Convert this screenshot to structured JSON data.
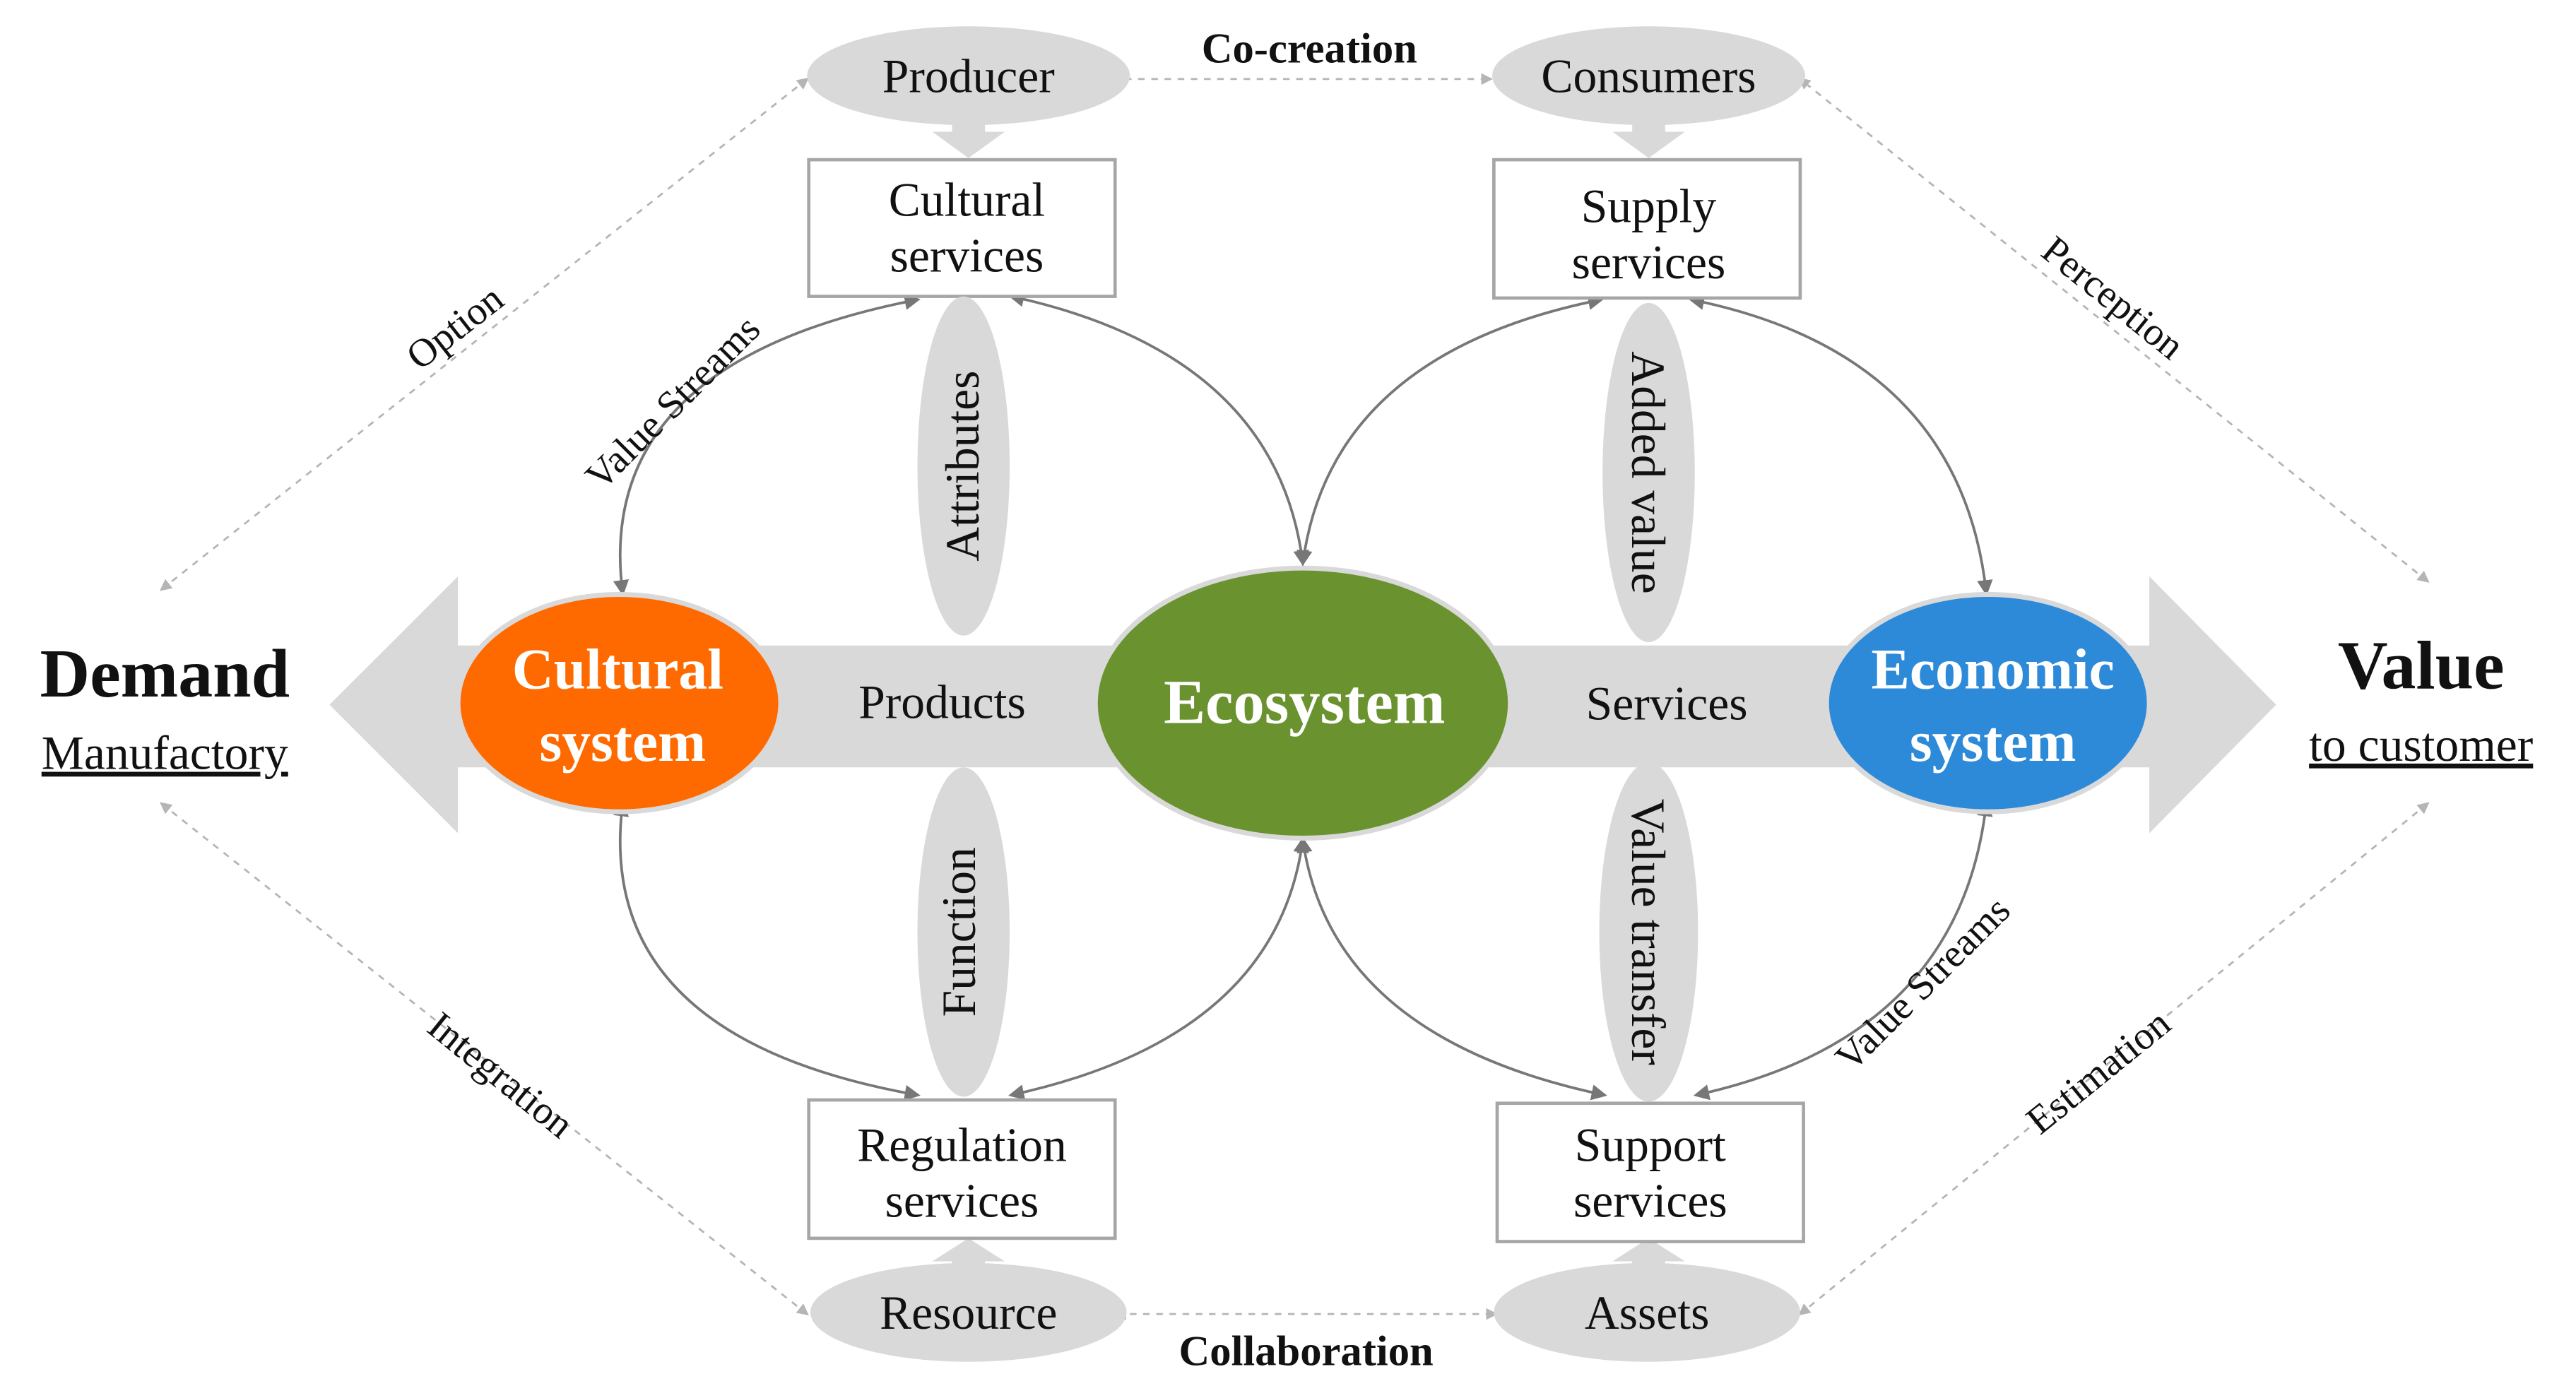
{
  "left_side": {
    "title": "Demand",
    "subtitle": "Manufactory"
  },
  "right_side": {
    "title": "Value",
    "subtitle": "to customer"
  },
  "center_axis": {
    "left_label": "Products",
    "right_label": "Services"
  },
  "nodes": {
    "cultural_system": {
      "line1": "Cultural",
      "line2": "system"
    },
    "ecosystem": {
      "label": "Ecosystem"
    },
    "economic_system": {
      "line1": "Economic",
      "line2": "system"
    }
  },
  "top": {
    "producer": "Producer",
    "consumers": "Consumers",
    "link_label": "Co-creation",
    "cultural_services": {
      "line1": "Cultural",
      "line2": "services"
    },
    "supply_services": {
      "line1": "Supply",
      "line2": "services"
    },
    "attributes": "Attributes",
    "added_value": "Added value"
  },
  "bottom": {
    "resource": "Resource",
    "assets": "Assets",
    "link_label": "Collaboration",
    "regulation_services": {
      "line1": "Regulation",
      "line2": "services"
    },
    "support_services": {
      "line1": "Support",
      "line2": "services"
    },
    "function": "Function",
    "value_transfer": "Value transfer"
  },
  "flow_labels": {
    "option": "Option",
    "perception": "Perception",
    "integration": "Integration",
    "estimation": "Estimation",
    "value_streams_top": "Value Streams",
    "value_streams_bottom": "Value Streams"
  },
  "colors": {
    "cultural": "#ff6a00",
    "ecosystem": "#6a9330",
    "economic": "#2d8ad9",
    "grey": "#d9d9d9"
  }
}
